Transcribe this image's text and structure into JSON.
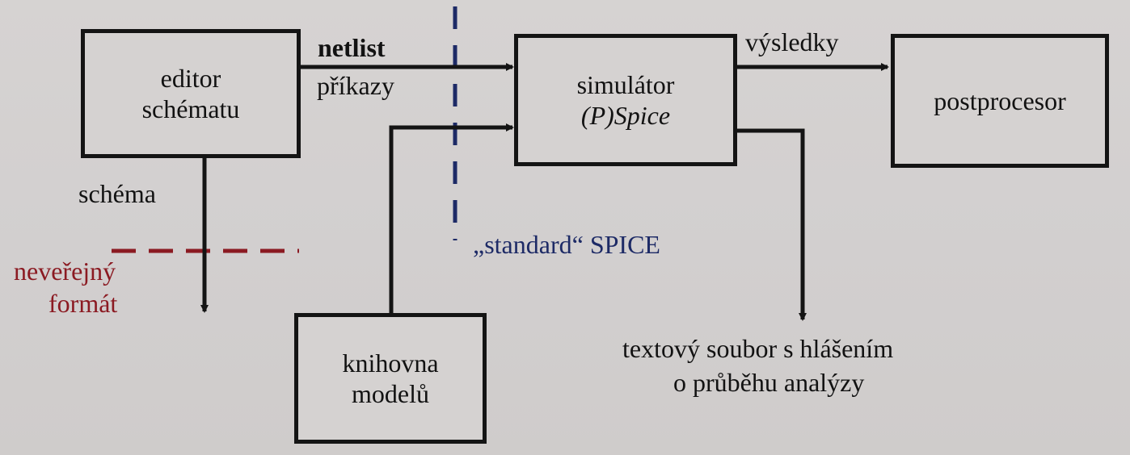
{
  "blocks": {
    "editor": {
      "line1": "editor",
      "line2": "schématu"
    },
    "simulator": {
      "line1": "simulátor",
      "line2": "(P)Spice"
    },
    "postprocessor": {
      "line1": "postprocesor"
    },
    "library": {
      "line1": "knihovna",
      "line2": "modelů"
    }
  },
  "labels": {
    "netlist": "netlist",
    "commands": "příkazy",
    "results": "výsledky",
    "schema": "schéma",
    "nonpublic_line1": "neveřejný",
    "nonpublic_line2": "formát",
    "standard": "„standard“ SPICE",
    "report_line1": "textový soubor s hlášením",
    "report_line2": "o průběhu analýzy"
  },
  "colors": {
    "line": "#141414",
    "nonpublic_dash": "#8b1a22",
    "standard_text": "#1d2a66",
    "standard_dash": "#1d2a66"
  }
}
